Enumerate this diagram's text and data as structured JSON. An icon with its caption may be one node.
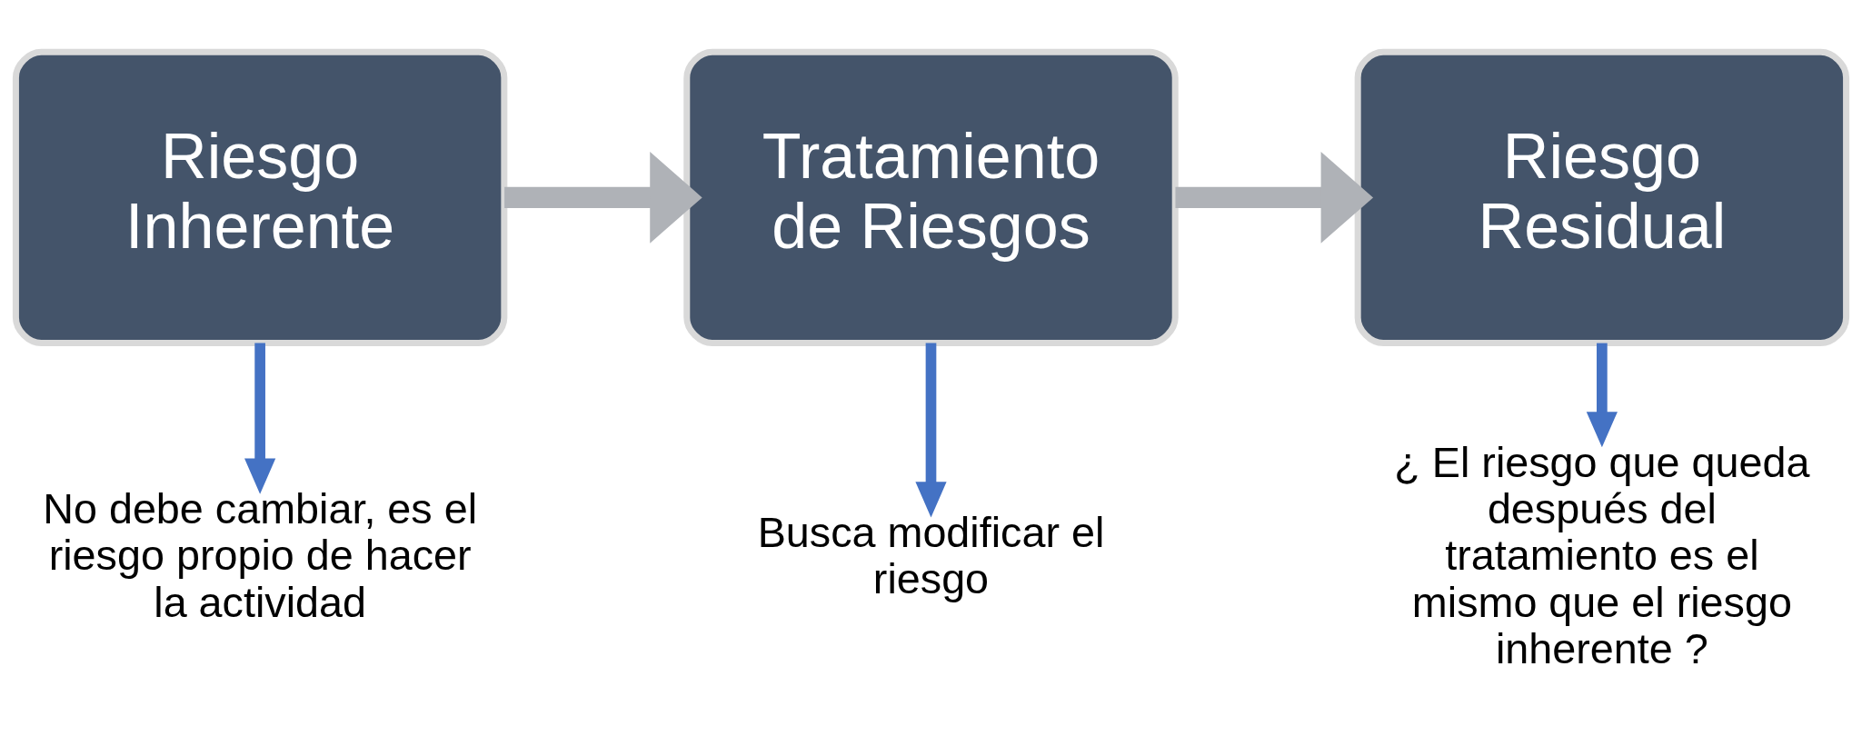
{
  "diagram": {
    "nodes": [
      {
        "text": [
          "Riesgo Inherente"
        ]
      },
      {
        "text": [
          "Tratamiento de Riesgos"
        ]
      },
      {
        "text": [
          "Riesgo Residual"
        ]
      },
      {
        "text": [
          "No debe cambiar, es el riesgo propio de hacer la actividad"
        ]
      },
      {
        "text": [
          "Busca modificar el riesgo"
        ]
      },
      {
        "text": [
          "¿ El riesgo que queda después del tratamiento es el mismo que el riesgo inherente ?"
        ]
      }
    ],
    "edges": [
      {
        "from": 0,
        "to": 1,
        "arrow": "to",
        "style": "thick",
        "color": "#afb2b7"
      },
      {
        "from": 1,
        "to": 2,
        "arrow": "to",
        "style": "thick",
        "color": "#afb2b7"
      },
      {
        "from": 0,
        "to": 3,
        "arrow": "to"
      },
      {
        "from": 1,
        "to": 4,
        "arrow": "to"
      },
      {
        "from": 2,
        "to": 5,
        "arrow": "to"
      }
    ]
  }
}
